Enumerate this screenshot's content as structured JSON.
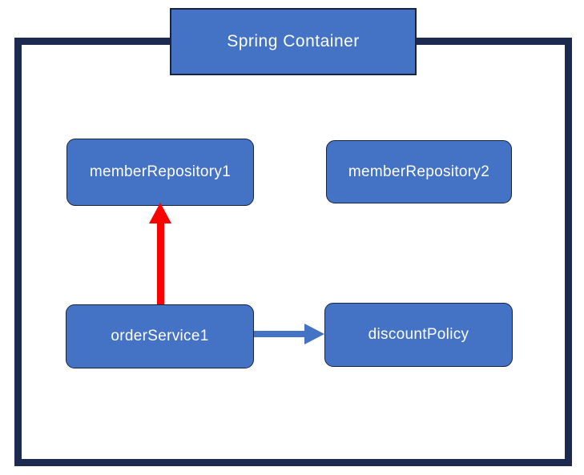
{
  "diagram": {
    "title": "Spring Container",
    "colors": {
      "background": "#ffffff",
      "box_fill": "#4472c4",
      "box_border": "#17233f",
      "frame_border": "#1b2a4e",
      "arrow_red": "#ff0000",
      "arrow_blue": "#4472c4",
      "text": "#ffffff"
    },
    "nodes": [
      {
        "id": "memberRepository1",
        "label": "memberRepository1"
      },
      {
        "id": "memberRepository2",
        "label": "memberRepository2"
      },
      {
        "id": "orderService1",
        "label": "orderService1"
      },
      {
        "id": "discountPolicy",
        "label": "discountPolicy"
      }
    ],
    "edges": [
      {
        "from": "orderService1",
        "to": "memberRepository1",
        "color": "#ff0000",
        "direction": "up"
      },
      {
        "from": "orderService1",
        "to": "discountPolicy",
        "color": "#4472c4",
        "direction": "right"
      }
    ]
  }
}
